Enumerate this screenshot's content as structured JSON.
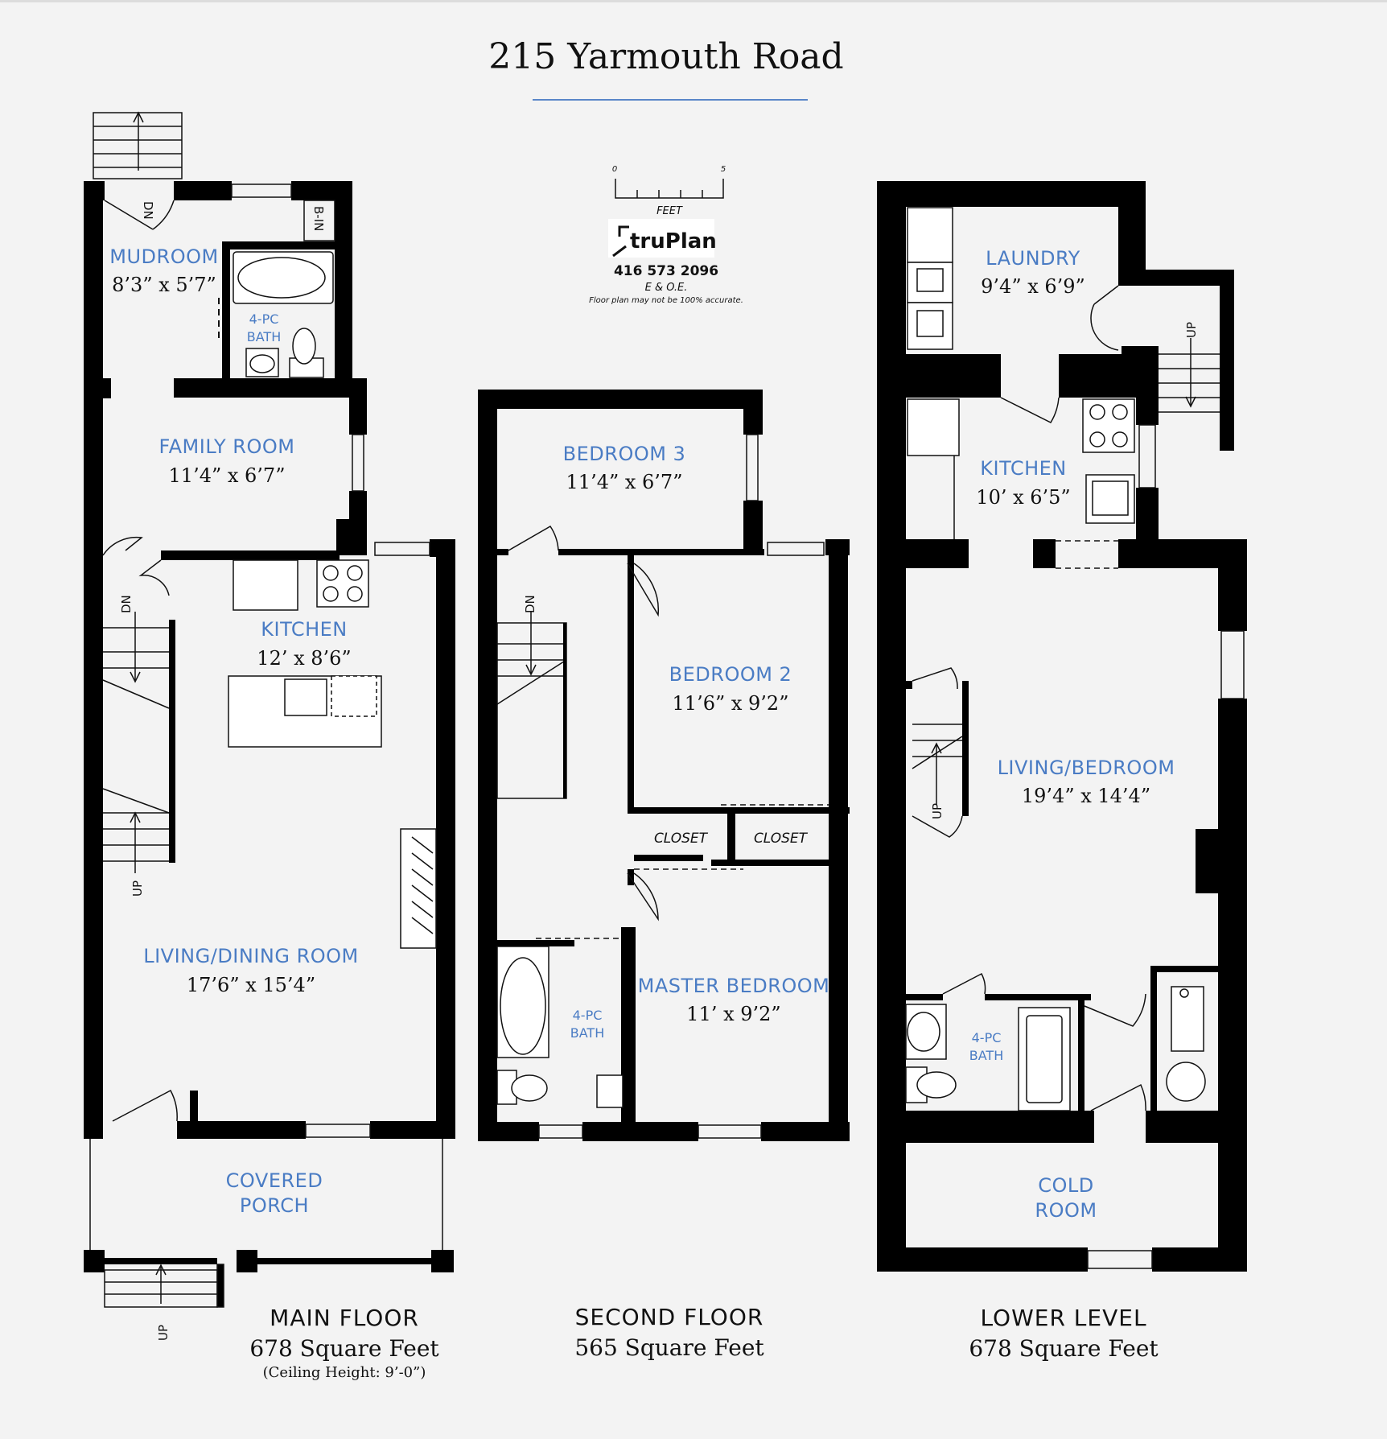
{
  "title": "215 Yarmouth Road",
  "colors": {
    "accent_line": "#5a86c8",
    "room_label": "#4a7cc4",
    "wall": "#000000"
  },
  "scale": {
    "start": "0",
    "end": "5",
    "unit": "FEET"
  },
  "logo": {
    "brand": "truPlan",
    "phone": "416 573 2096",
    "eoe": "E & O.E.",
    "disclaimer": "Floor plan may not be 100% accurate."
  },
  "stairs": {
    "dn": "DN",
    "up": "UP",
    "built_in": "B-IN"
  },
  "main_floor": {
    "name": "MAIN FLOOR",
    "sqft": "678 Square Feet",
    "ceiling": "(Ceiling Height: 9’-0”)",
    "rooms": {
      "mudroom": {
        "name": "MUDROOM",
        "dim": "8’3” x 5’7”"
      },
      "bath": {
        "line1": "4-PC",
        "line2": "BATH"
      },
      "family_room": {
        "name": "FAMILY ROOM",
        "dim": "11’4” x 6’7”"
      },
      "kitchen": {
        "name": "KITCHEN",
        "dim": "12’ x 8’6”"
      },
      "living_dining": {
        "name": "LIVING/DINING ROOM",
        "dim": "17’6” x 15’4”"
      },
      "porch": {
        "line1": "COVERED",
        "line2": "PORCH"
      }
    }
  },
  "second_floor": {
    "name": "SECOND FLOOR",
    "sqft": "565 Square Feet",
    "rooms": {
      "bedroom3": {
        "name": "BEDROOM 3",
        "dim": "11’4” x 6’7”"
      },
      "bedroom2": {
        "name": "BEDROOM 2",
        "dim": "11’6” x 9’2”"
      },
      "closet1": {
        "name": "CLOSET"
      },
      "closet2": {
        "name": "CLOSET"
      },
      "master": {
        "name": "MASTER BEDROOM",
        "dim": "11’ x 9’2”"
      },
      "bath": {
        "line1": "4-PC",
        "line2": "BATH"
      }
    }
  },
  "lower_level": {
    "name": "LOWER LEVEL",
    "sqft": "678 Square Feet",
    "rooms": {
      "laundry": {
        "name": "LAUNDRY",
        "dim": "9’4” x 6’9”"
      },
      "kitchen": {
        "name": "KITCHEN",
        "dim": "10’ x 6’5”"
      },
      "living_bedroom": {
        "name": "LIVING/BEDROOM",
        "dim": "19’4” x 14’4”"
      },
      "bath": {
        "line1": "4-PC",
        "line2": "BATH"
      },
      "cold_room": {
        "line1": "COLD",
        "line2": "ROOM"
      }
    }
  }
}
